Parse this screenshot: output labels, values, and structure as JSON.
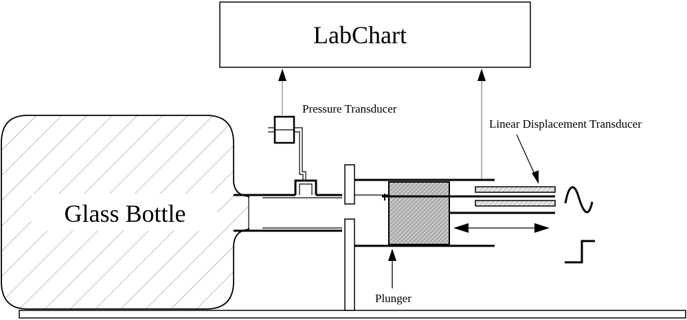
{
  "labels": {
    "labchart": "LabChart",
    "pressure_transducer": "Pressure Transducer",
    "linear_displacement_transducer": "Linear Displacement Transducer",
    "glass_bottle": "Glass Bottle",
    "plunger": "Plunger"
  },
  "icons": {
    "sine_wave": "sine-wave-icon",
    "step_signal": "step-signal-icon"
  },
  "colors": {
    "line": "#000000",
    "hatch": "#9a9a9a",
    "signal_arrow": "#8c8c8c"
  }
}
